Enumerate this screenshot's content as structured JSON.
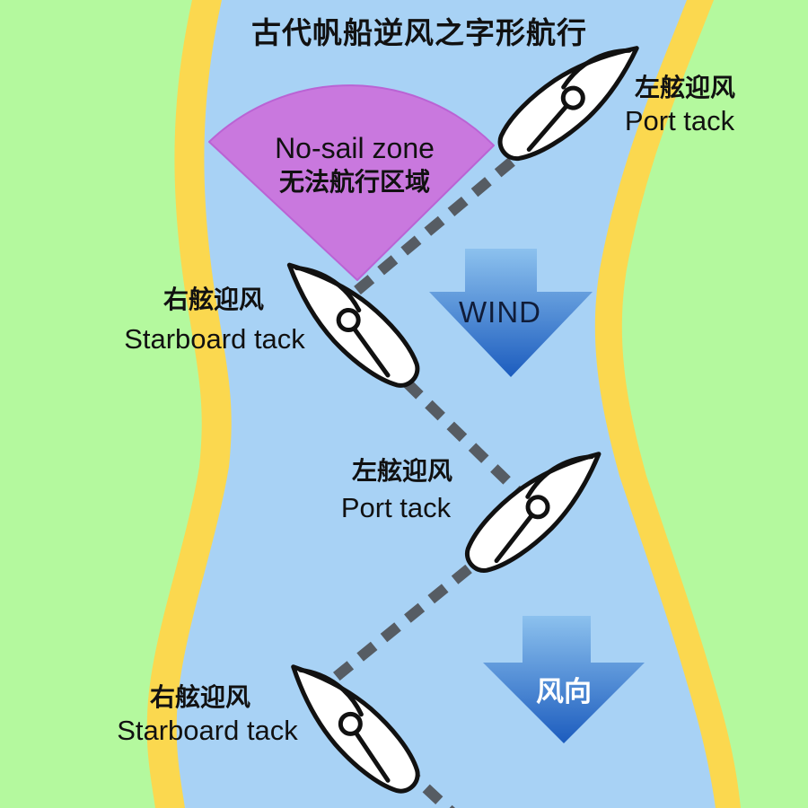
{
  "title": "古代帆船逆风之字形航行",
  "no_sail_zone": {
    "line_en": "No-sail zone",
    "line_zh": "无法航行区域"
  },
  "wind": {
    "top_label": "WIND",
    "bottom_label": "风向"
  },
  "tacks": {
    "top_right": {
      "zh": "左舷迎风",
      "en": "Port tack"
    },
    "mid_left": {
      "zh": "右舷迎风",
      "en": "Starboard tack"
    },
    "middle": {
      "zh": "左舷迎风",
      "en": "Port tack"
    },
    "bottom_left": {
      "zh": "右舷迎风",
      "en": "Starboard tack"
    }
  },
  "boats": [
    {
      "position": "top-right",
      "tack": "port"
    },
    {
      "position": "upper-left",
      "tack": "starboard"
    },
    {
      "position": "middle",
      "tack": "port"
    },
    {
      "position": "bottom-left",
      "tack": "starboard"
    }
  ],
  "colors": {
    "land": "#B4F99E",
    "bank": "#FBD84F",
    "river": "#A8D2F5",
    "no_sail_zone": "#C978DE",
    "no_sail_zone_edge": "#BA63D4",
    "path": "#565C63",
    "arrow_top": "#8CC1EE",
    "arrow_bottom": "#1C5CBE",
    "wind_text": "#101D3A",
    "wind_text_bottom": "#FFFFFF",
    "boat_hull": "#FFFFFF",
    "outline": "#111111",
    "text": "#111111"
  }
}
